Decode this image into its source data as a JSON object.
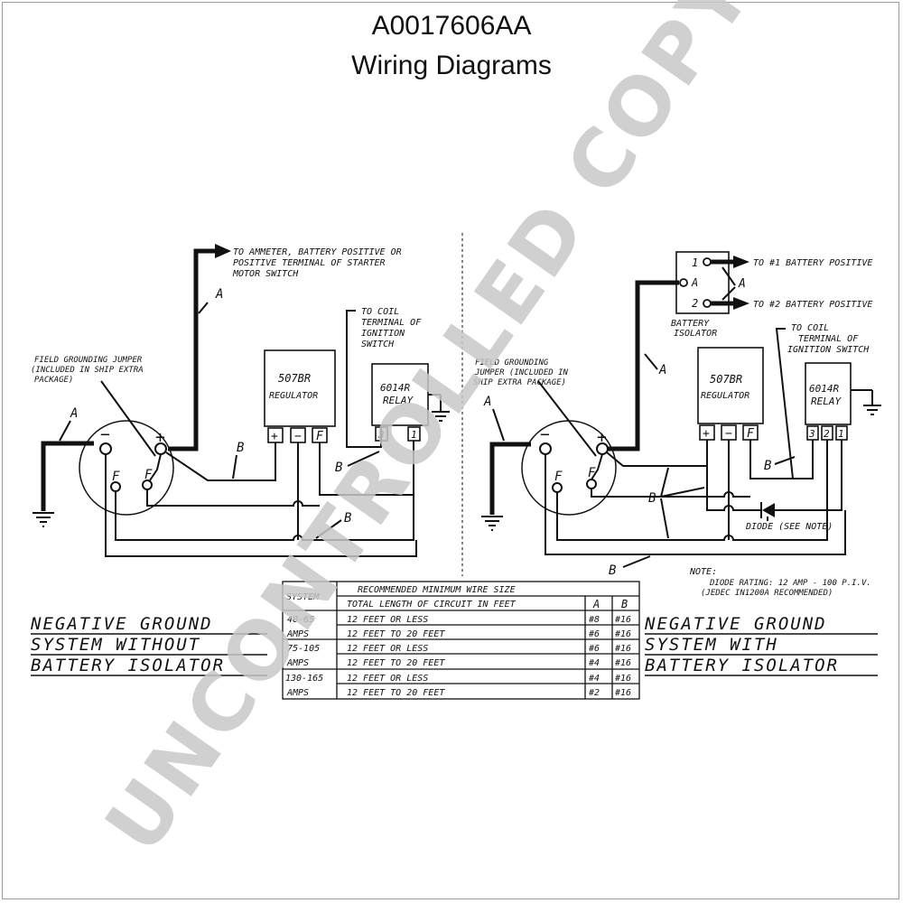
{
  "header": {
    "code": "A0017606AA",
    "subtitle": "Wiring Diagrams"
  },
  "watermark": "UNCONTROLLED COPY",
  "left_diagram": {
    "ammeter_note": [
      "TO AMMETER, BATTERY POSITIVE OR",
      "POSITIVE TERMINAL OF STARTER",
      "MOTOR SWITCH"
    ],
    "coil_note": [
      "TO COIL",
      "TERMINAL OF",
      "IGNITION",
      "SWITCH"
    ],
    "jumper_note": [
      "FIELD GROUNDING JUMPER",
      "(INCLUDED IN SHIP EXTRA",
      "PACKAGE)"
    ],
    "regulator": [
      "507BR",
      "REGULATOR"
    ],
    "relay": [
      "6014R",
      "RELAY"
    ],
    "reg_terminals": [
      "+",
      "−",
      "F"
    ],
    "relay_terminals": [
      "3",
      "1"
    ],
    "alt_terminals": [
      "−",
      "+",
      "F",
      "F"
    ],
    "wire_a": "A",
    "wire_b": "B",
    "caption": [
      "NEGATIVE GROUND",
      "SYSTEM WITHOUT",
      "BATTERY ISOLATOR"
    ]
  },
  "right_diagram": {
    "isolator_label": [
      "BATTERY",
      "ISOLATOR"
    ],
    "isolator_terminals": [
      "1",
      "A",
      "2"
    ],
    "battery1_note": "TO #1 BATTERY POSITIVE",
    "battery2_note": "TO #2 BATTERY POSITIVE",
    "coil_note": [
      "TO COIL",
      "TERMINAL OF",
      "IGNITION SWITCH"
    ],
    "jumper_note": [
      "FIELD GROUNDING",
      "JUMPER (INCLUDED IN",
      "SHIP EXTRA PACKAGE)"
    ],
    "regulator": [
      "507BR",
      "REGULATOR"
    ],
    "relay": [
      "6014R",
      "RELAY"
    ],
    "reg_terminals": [
      "+",
      "−",
      "F"
    ],
    "relay_terminals": [
      "3",
      "2",
      "1"
    ],
    "alt_terminals": [
      "−",
      "+",
      "F",
      "F"
    ],
    "diode_label": "DIODE (SEE NOTE)",
    "note": [
      "NOTE:",
      "DIODE RATING: 12 AMP - 100 P.I.V.",
      "(JEDEC IN1200A RECOMMENDED)"
    ],
    "wire_a": "A",
    "wire_b": "B",
    "caption": [
      "NEGATIVE GROUND",
      "SYSTEM WITH",
      "BATTERY ISOLATOR"
    ]
  },
  "wire_table": {
    "title": "RECOMMENDED MINIMUM WIRE SIZE",
    "system_header": "SYSTEM",
    "length_header": "TOTAL LENGTH OF CIRCUIT IN FEET",
    "col_a": "A",
    "col_b": "B",
    "rows": [
      {
        "system": "40-65",
        "length": "12 FEET OR LESS",
        "a": "#8",
        "b": "#16"
      },
      {
        "system": "AMPS",
        "length": "12 FEET TO 20 FEET",
        "a": "#6",
        "b": "#16"
      },
      {
        "system": "75-105",
        "length": "12 FEET OR LESS",
        "a": "#6",
        "b": "#16"
      },
      {
        "system": "AMPS",
        "length": "12 FEET TO 20 FEET",
        "a": "#4",
        "b": "#16"
      },
      {
        "system": "130-165",
        "length": "12 FEET OR LESS",
        "a": "#4",
        "b": "#16"
      },
      {
        "system": "AMPS",
        "length": "12 FEET TO 20 FEET",
        "a": "#2",
        "b": "#16"
      }
    ]
  }
}
